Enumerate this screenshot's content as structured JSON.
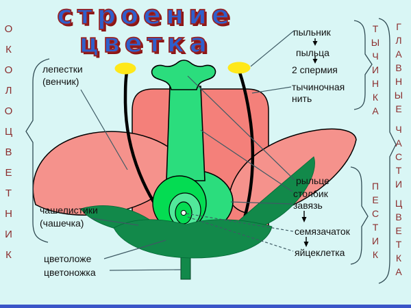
{
  "title": {
    "line1": "строение",
    "line2": "цветка"
  },
  "side_words": {
    "perianth": "ОКОЛОЦВЕТНИК",
    "stamen": "ТЫЧИНКА",
    "pistil": "ПЕСТИК",
    "main_parts_line1": "ГЛАВНЫЕ",
    "main_parts_line2": "ЧАСТИ",
    "main_parts_line3": "ЦВЕТКА"
  },
  "labels": {
    "anther": "пыльник",
    "pollen": "пыльца",
    "sperm": "2 спермия",
    "filament": "тычиночная нить",
    "petals": "лепестки (венчик)",
    "stigma": "рыльце",
    "style": "столбик",
    "ovary": "завязь",
    "ovule": "семязачаток",
    "egg": "яйцеклетка",
    "sepals": "чашелистики (чашечка)",
    "receptacle": "цветоложе",
    "pedicel": "цветоножка"
  },
  "colors": {
    "background": "#D9F6F5",
    "bottom_bar": "#3A55C8",
    "title_blue": "#2E5FCC",
    "title_outline_red": "#992020",
    "side_word_red": "#8B2D2D",
    "label_text": "#101010",
    "line": "#3E5A64",
    "petal_center": "#F4807A",
    "petal_side": "#F5928C",
    "pistil_green": "#2BDD7D",
    "ovary_ring_bright": "#04DC52",
    "ovary_ring_light": "#52E89A",
    "ovary_center": "#F2FFF6",
    "sepal_green": "#12894A",
    "anther_yellow": "#FFE81A",
    "stamen_black": "#000000"
  }
}
